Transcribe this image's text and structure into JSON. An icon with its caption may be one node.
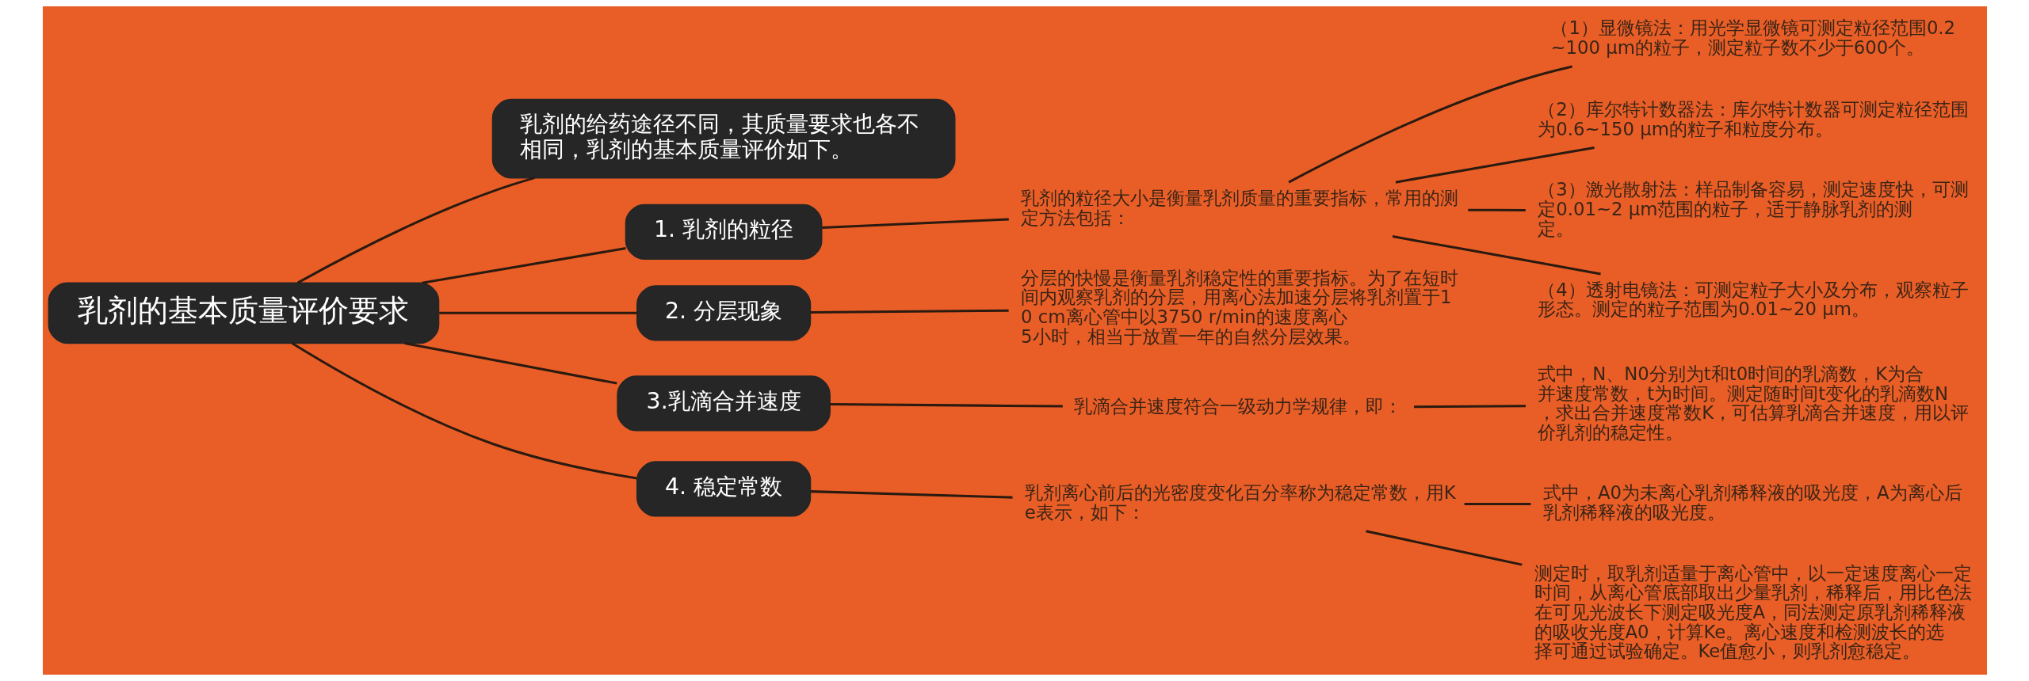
{
  "diagram": {
    "nodes": [
      {
        "text": [
          "乳剂的基本质量评价要求"
        ]
      },
      {
        "text": [
          "乳剂的给药途径不同，其质量要求也各不相同，乳剂的基本质量评价如下。"
        ]
      },
      {
        "text": [
          "1. 乳剂的粒径"
        ]
      },
      {
        "text": [
          "乳剂的粒径大小是衡量乳剂质量的重要指标，常用的测定方法包括："
        ]
      },
      {
        "text": [
          "（1）显微镜法：用光学显微镜可测定粒径范围0.2~100 μm的粒子，测定粒子数不少于600个。"
        ]
      },
      {
        "text": [
          "（2）库尔特计数器法：库尔特计数器可测定粒径范围为0.6~150 μm的粒子和粒度分布。"
        ]
      },
      {
        "text": [
          "（3）激光散射法：样品制备容易，测定速度快，可测定0.01~2 μm范围的粒子，适于静脉乳剂的测定。"
        ]
      },
      {
        "text": [
          "（4）透射电镜法：可测定粒子大小及分布，观察粒子形态。测定的粒子范围为0.01~20 μm。"
        ]
      },
      {
        "text": [
          "2. 分层现象"
        ]
      },
      {
        "text": [
          "分层的快慢是衡量乳剂稳定性的重要指标。为了在短时间内观察乳剂的分层，用离心法加速分层将乳剂置于10 cm离心管中以3750 r/min的速度离心5小时，相当于放置一年的自然分层效果。"
        ]
      },
      {
        "text": [
          "3.乳滴合并速度"
        ]
      },
      {
        "text": [
          "乳滴合并速度符合一级动力学规律，即："
        ]
      },
      {
        "text": [
          "式中，N、N0分别为t和t0时间的乳滴数，K为合并速度常数，t为时间。测定随时间t变化的乳滴数N，求出合并速度常数K，可估算乳滴合并速度，用以评价乳剂的稳定性。"
        ]
      },
      {
        "text": [
          "4. 稳定常数"
        ]
      },
      {
        "text": [
          "乳剂离心前后的光密度变化百分率称为稳定常数，用Ke表示，如下："
        ]
      },
      {
        "text": [
          "式中，A0为未离心乳剂稀释液的吸光度，A为离心后乳剂稀释液的吸光度。"
        ]
      },
      {
        "text": [
          "测定时，取乳剂适量于离心管中，以一定速度离心一定时间，从离心管底部取出少量乳剂，稀释后，用比色法在可见光波长下测定吸光度A，同法测定原乳剂稀释液的吸收光度A0，计算Ke。离心速度和检测波长的选择可通过试验确定。Ke值愈小，则乳剂愈稳定。"
        ]
      }
    ],
    "edges": [
      {
        "from": 0,
        "to": 1,
        "arrow": "none"
      },
      {
        "from": 0,
        "to": 2,
        "arrow": "none"
      },
      {
        "from": 2,
        "to": 3,
        "arrow": "none"
      },
      {
        "from": 3,
        "to": 4,
        "arrow": "none"
      },
      {
        "from": 3,
        "to": 5,
        "arrow": "none"
      },
      {
        "from": 3,
        "to": 6,
        "arrow": "none"
      },
      {
        "from": 3,
        "to": 7,
        "arrow": "none"
      },
      {
        "from": 0,
        "to": 8,
        "arrow": "none"
      },
      {
        "from": 8,
        "to": 9,
        "arrow": "none"
      },
      {
        "from": 0,
        "to": 10,
        "arrow": "none"
      },
      {
        "from": 10,
        "to": 11,
        "arrow": "none"
      },
      {
        "from": 11,
        "to": 12,
        "arrow": "none"
      },
      {
        "from": 0,
        "to": 13,
        "arrow": "none"
      },
      {
        "from": 13,
        "to": 14,
        "arrow": "none"
      },
      {
        "from": 14,
        "to": 15,
        "arrow": "none"
      },
      {
        "from": 14,
        "to": 16,
        "arrow": "none"
      }
    ]
  }
}
